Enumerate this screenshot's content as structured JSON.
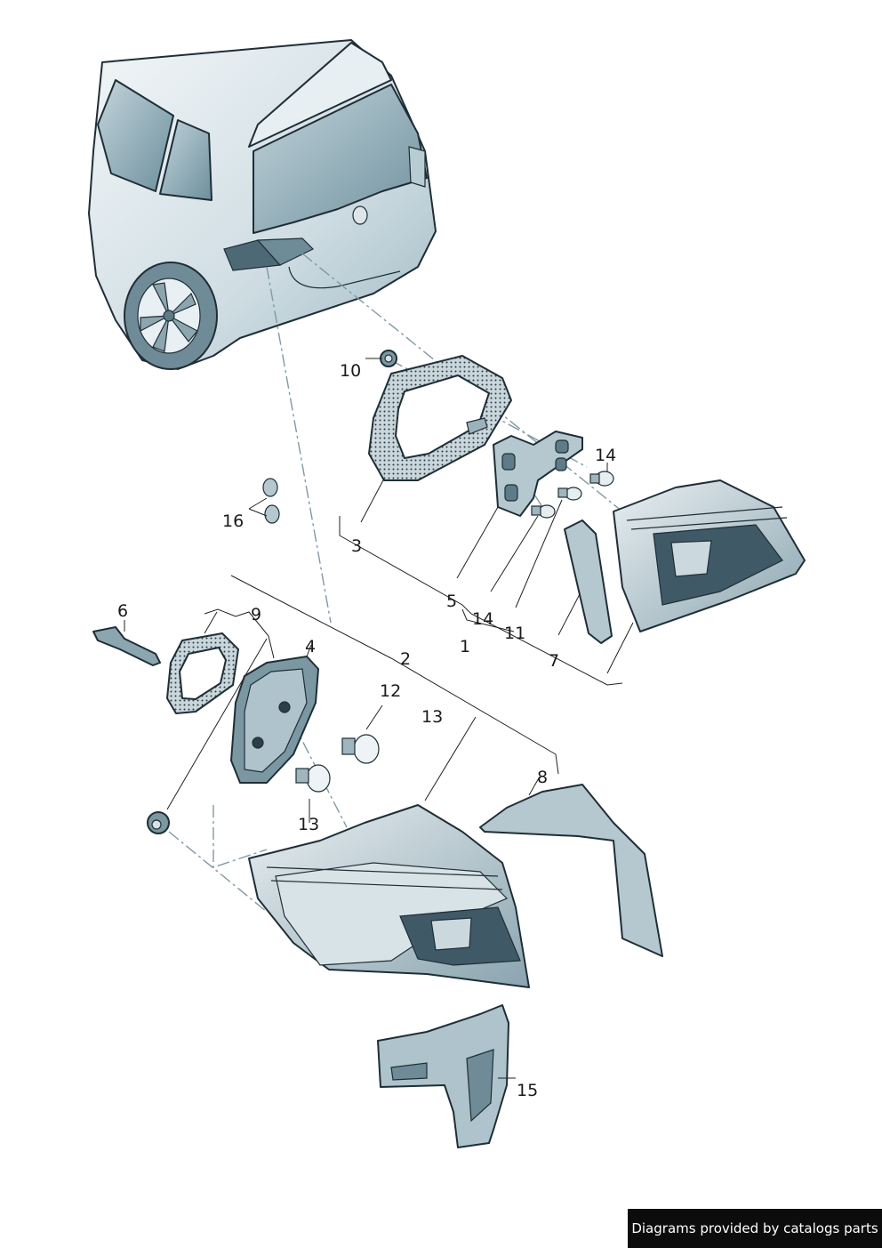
{
  "callouts": {
    "c1": "1",
    "c2": "2",
    "c3": "3",
    "c4": "4",
    "c5": "5",
    "c6": "6",
    "c7": "7",
    "c8": "8",
    "c9": "9",
    "c10": "10",
    "c11": "11",
    "c12": "12",
    "c13a": "13",
    "c13b": "13",
    "c14a": "14",
    "c14b": "14",
    "c15": "15",
    "c16": "16"
  },
  "footer": {
    "text": "Diagrams provided by catalogs parts"
  },
  "colors": {
    "part_fill": "#b5c8d0",
    "part_dark": "#5e7b88",
    "line": "#1f2e36",
    "gasket": "#c2d0d6"
  },
  "icons": {
    "car": "car-rear-icon",
    "lamp": "tail-lamp-icon",
    "bulb": "bulb-icon",
    "gasket": "gasket-icon"
  }
}
